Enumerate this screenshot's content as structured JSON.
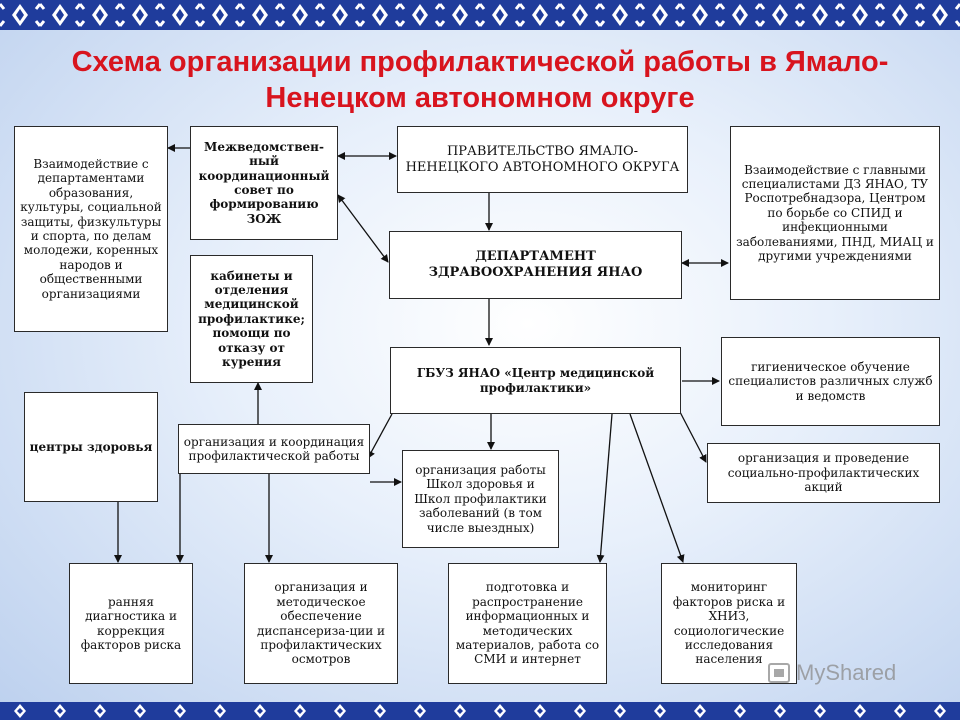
{
  "title": "Схема организации профилактической работы в Ямало-Ненецком автономном округе",
  "boxes": {
    "interaction_departments": "Взаимодействие с департаментами образования, культуры, социальной защиты, физкультуры и спорта, по делам молодежи, коренных народов и общественными организациями",
    "interagency_council": "Межведомствен-ный координационный совет по формированию ЗОЖ",
    "government": "ПРАВИТЕЛЬСТВО ЯМАЛО-НЕНЕЦКОГО АВТОНОМНОГО ОКРУГА",
    "interaction_specialists": "Взаимодействие с главными специалистами ДЗ ЯНАО, ТУ Роспотребнадзора, Центром по борьбе со СПИД и инфекционными заболеваниями, ПНД, МИАЦ и другими учреждениями",
    "health_department": "ДЕПАРТАМЕНТ ЗДРАВООХРАНЕНИЯ ЯНАО",
    "prevention_offices": "кабинеты и отделения медицинской профилактике; помощи по отказу от курения",
    "gbuz_center": "ГБУЗ ЯНАО «Центр медицинской профилактики»",
    "hygienic_training": "гигиеническое обучение специалистов различных служб и ведомств",
    "health_centers": "центры здоровья",
    "coordination": "организация и координация профилактической работы",
    "health_schools": "организация работы Школ здоровья и Школ профилактики заболеваний (в том числе выездных)",
    "social_actions": "организация и проведение социально-профилактических акций",
    "early_diagnosis": "ранняя диагностика и коррекция факторов риска",
    "methodical_support": "организация и методическое обеспечение диспансериза-ции и профилактических осмотров",
    "info_materials": "подготовка и распространение информационных и методических материалов, работа со СМИ и интернет",
    "monitoring": "мониторинг факторов риска и ХНИЗ, социологические исследования населения"
  },
  "watermark": "MyShared",
  "colors": {
    "title": "#d8141e",
    "ornament": "#1f3c9c",
    "line": "#111111"
  }
}
